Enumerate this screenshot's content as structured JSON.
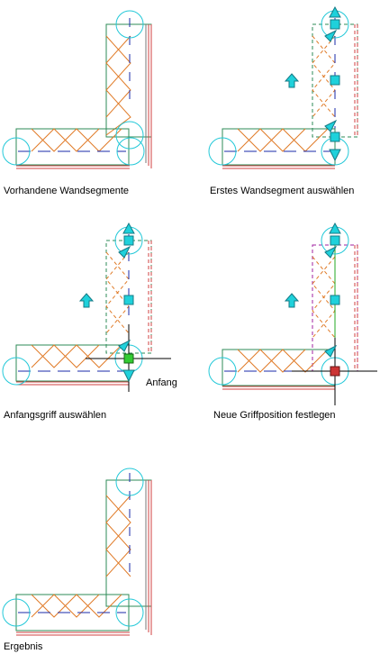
{
  "captions": {
    "p1": "Vorhandene Wandsegmente",
    "p2": "Erstes Wandsegment auswählen",
    "p3": "Anfangsgriff auswählen",
    "p4": "Neue Griffposition festlegen",
    "p5": "Ergebnis",
    "start_label": "Anfang"
  },
  "colors": {
    "wall_outline": "#2e8b57",
    "hatch": "#e07b28",
    "inner_line": "#d04040",
    "axis": "#1a2aa8",
    "grip_circle": "#22c8d8",
    "grip_fill": "#1fd1db",
    "arrow_fill": "#1fd1db",
    "selection_dash": "#2e8b57",
    "new_outline": "#a020a0",
    "new_axis": "#22aa22",
    "start_grip": "#33cc33",
    "end_grip": "#cc3333"
  },
  "icons": [
    "grip-square-icon",
    "grip-arrow-icon",
    "move-arrow-icon",
    "cursor-crosshair-icon"
  ]
}
